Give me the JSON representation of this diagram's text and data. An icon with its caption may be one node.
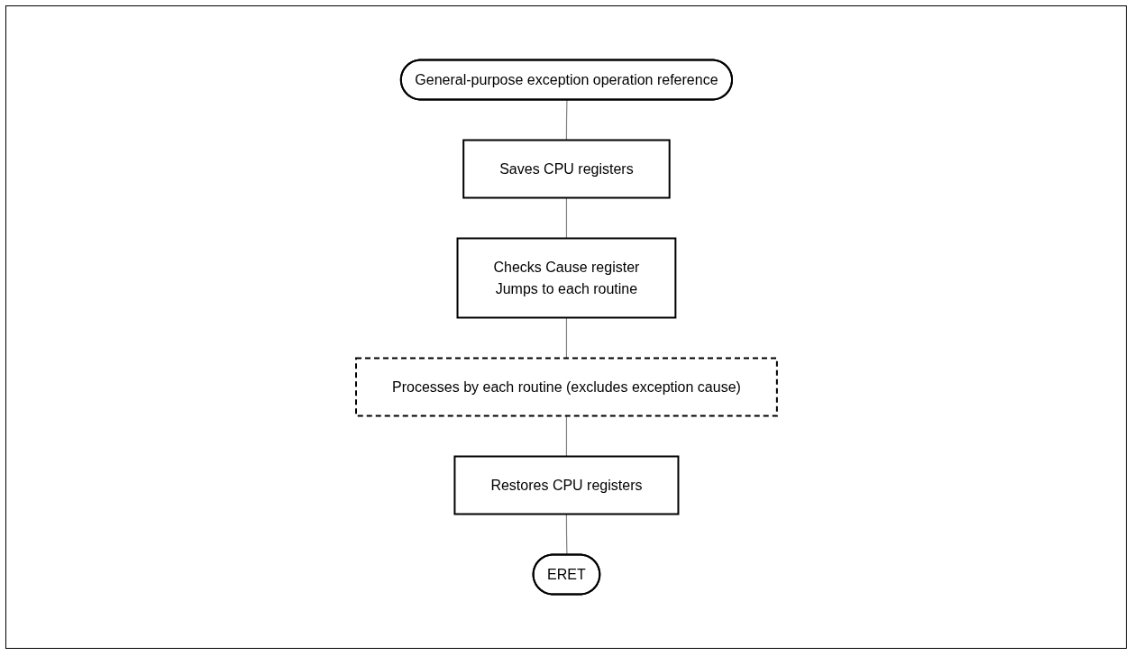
{
  "diagram": {
    "nodes": [
      {
        "text": [
          "General-purpose exception operation reference"
        ]
      },
      {
        "text": [
          "Saves CPU registers"
        ]
      },
      {
        "text": [
          "Checks Cause register",
          "Jumps to each routine"
        ]
      },
      {
        "text": [
          "Processes by each routine (excludes exception cause)"
        ]
      },
      {
        "text": [
          "Restores CPU registers"
        ]
      },
      {
        "text": [
          "ERET"
        ]
      }
    ],
    "edges": [
      {
        "from": 0,
        "to": 1,
        "arrow": "none"
      },
      {
        "from": 1,
        "to": 2,
        "arrow": "none"
      },
      {
        "from": 2,
        "to": 3,
        "arrow": "none"
      },
      {
        "from": 3,
        "to": 4,
        "arrow": "none"
      },
      {
        "from": 4,
        "to": 5,
        "arrow": "none"
      }
    ]
  }
}
